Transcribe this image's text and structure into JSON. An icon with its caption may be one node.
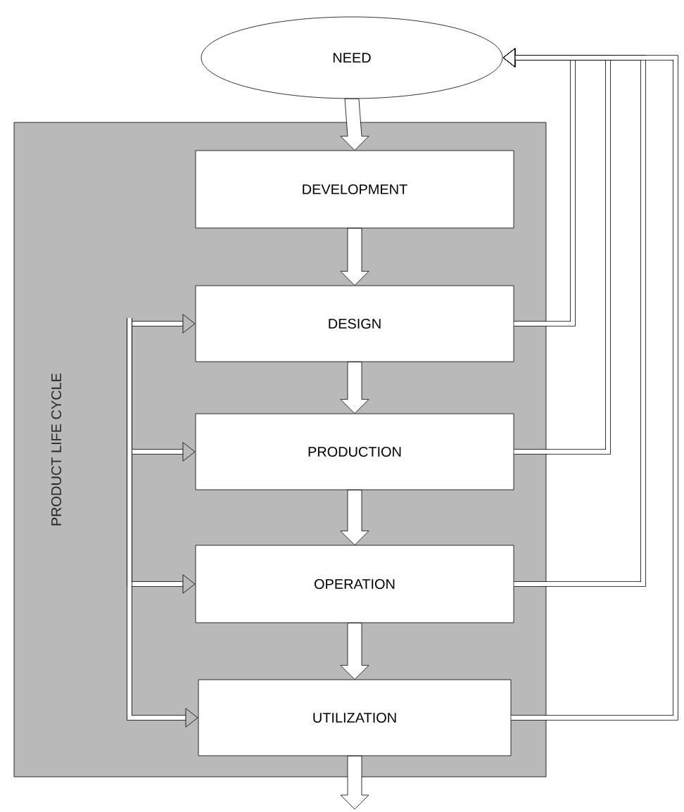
{
  "diagram": {
    "nodes": [
      {
        "text": [
          "NEED"
        ]
      },
      {
        "text": [
          "PRODUCT LIFE CYCLE"
        ]
      },
      {
        "text": [
          "DEVELOPMENT"
        ],
        "in": 1
      },
      {
        "text": [
          "DESIGN"
        ],
        "in": 1
      },
      {
        "text": [
          "PRODUCTION"
        ],
        "in": 1
      },
      {
        "text": [
          "OPERATION"
        ],
        "in": 1
      },
      {
        "text": [
          "UTILIZATION"
        ],
        "in": 1
      }
    ],
    "edges": [
      {
        "from": 0,
        "to": 2,
        "arrow": "to"
      },
      {
        "from": 2,
        "to": 3,
        "arrow": "to"
      },
      {
        "from": 3,
        "to": 4,
        "arrow": "to"
      },
      {
        "from": 4,
        "to": 5,
        "arrow": "to"
      },
      {
        "from": 5,
        "to": 6,
        "arrow": "to"
      },
      {
        "from": 6,
        "to": null,
        "arrow": "to"
      },
      {
        "from": 3,
        "to": 0,
        "arrow": "to"
      },
      {
        "from": 4,
        "to": 0,
        "arrow": "to"
      },
      {
        "from": 5,
        "to": 0,
        "arrow": "to"
      },
      {
        "from": 6,
        "to": 0,
        "arrow": "to"
      },
      {
        "from": null,
        "to": 3,
        "arrow": "to"
      },
      {
        "from": null,
        "to": 4,
        "arrow": "to"
      },
      {
        "from": null,
        "to": 5,
        "arrow": "to"
      },
      {
        "from": null,
        "to": 6,
        "arrow": "to"
      }
    ]
  }
}
